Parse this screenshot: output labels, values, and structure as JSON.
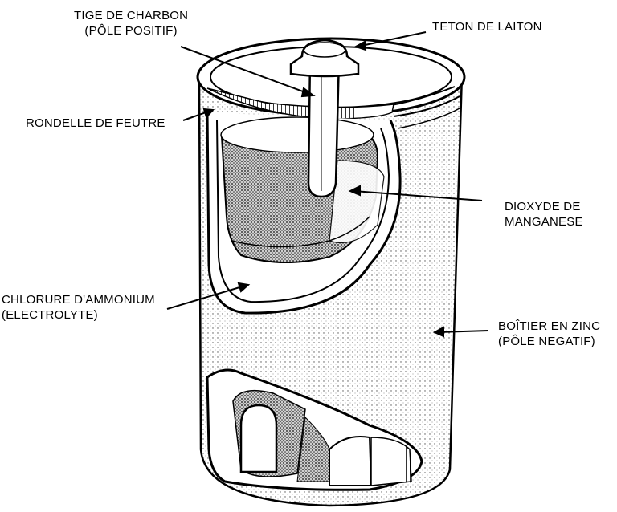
{
  "labels": {
    "carbon_rod": {
      "line1": "TIGE DE CHARBON",
      "line2": "(PÔLE POSITIF)"
    },
    "brass_cap": {
      "line1": "TETON DE LAITON"
    },
    "felt_washer": {
      "line1": "RONDELLE DE FEUTRE"
    },
    "manganese": {
      "line1": "DIOXYDE DE",
      "line2": "MANGANESE"
    },
    "ammonium": {
      "line1": "CHLORURE D'AMMONIUM",
      "line2": "(ELECTROLYTE)"
    },
    "zinc_case": {
      "line1": "BOÎTIER EN ZINC",
      "line2": "(PÔLE NEGATIF)"
    }
  },
  "colors": {
    "ink": "#000000",
    "paper": "#ffffff",
    "stipple": "#9a9a9a"
  }
}
